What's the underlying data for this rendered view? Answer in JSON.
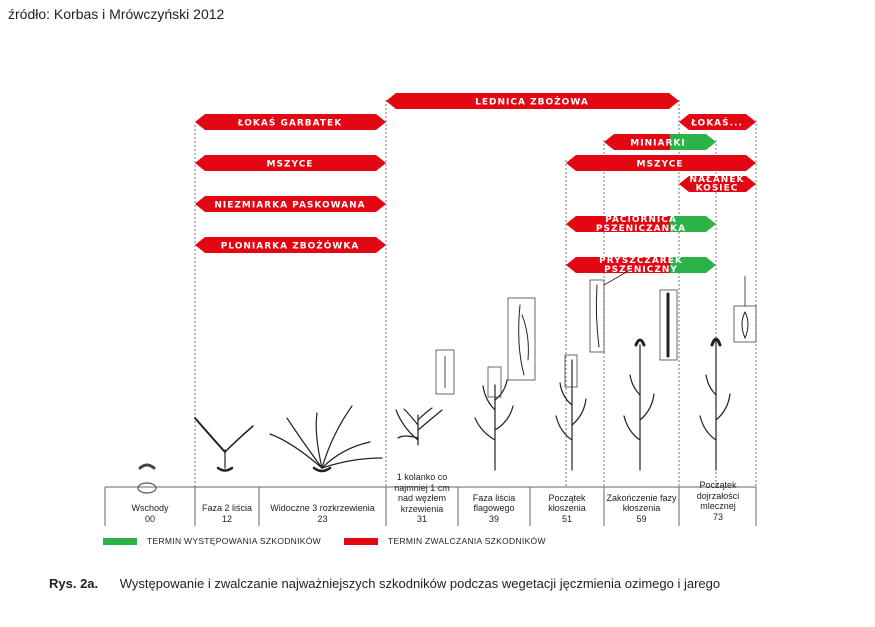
{
  "source": "źródło: Korbas i Mrówczyński 2012",
  "colors": {
    "control": "#e30613",
    "occurrence": "#2bb34a",
    "line": "#555555"
  },
  "stages": [
    {
      "label": "Wschody",
      "code": "00"
    },
    {
      "label": "Faza 2 liścia",
      "code": "12"
    },
    {
      "label": "Widoczne 3 rozkrzewienia",
      "code": "23"
    },
    {
      "label": "1 kolanko co najmniej 1 cm nad węzłem krzewienia",
      "code": "31"
    },
    {
      "label": "Faza liścia flagowego",
      "code": "39"
    },
    {
      "label": "Początek kłoszenia",
      "code": "51"
    },
    {
      "label": "Zakończenie fazy kłoszenia",
      "code": "59"
    },
    {
      "label": "Początek dojrzałości mlecznej",
      "code": "73"
    }
  ],
  "pests": [
    {
      "name": "LEDNICA ZBOŻOWA"
    },
    {
      "name": "ŁOKAŚ GARBATEK"
    },
    {
      "name": "ŁOKAŚ..."
    },
    {
      "name": "MINIARKI"
    },
    {
      "name": "MSZYCE"
    },
    {
      "name": "MSZYCE"
    },
    {
      "name": "NAŁANEK KOSIEC"
    },
    {
      "name": "NIEZMIARKA PASKOWANA"
    },
    {
      "name": "PACIORNICA PSZENICZANKA"
    },
    {
      "name": "PLONIARKA ZBOŻÓWKA"
    },
    {
      "name": "PRYSZCZAREK PSZENICZNY"
    }
  ],
  "legend": {
    "occurrence": "TERMIN WYSTĘPOWANIA SZKODNIKÓW",
    "control": "TERMIN ZWALCZANIA SZKODNIKÓW"
  },
  "caption": {
    "prefix": "Rys. 2a.",
    "text": "Występowanie i zwalczanie najważniejszych szkodników podczas wegetacji jęczmienia ozimego i jarego"
  }
}
